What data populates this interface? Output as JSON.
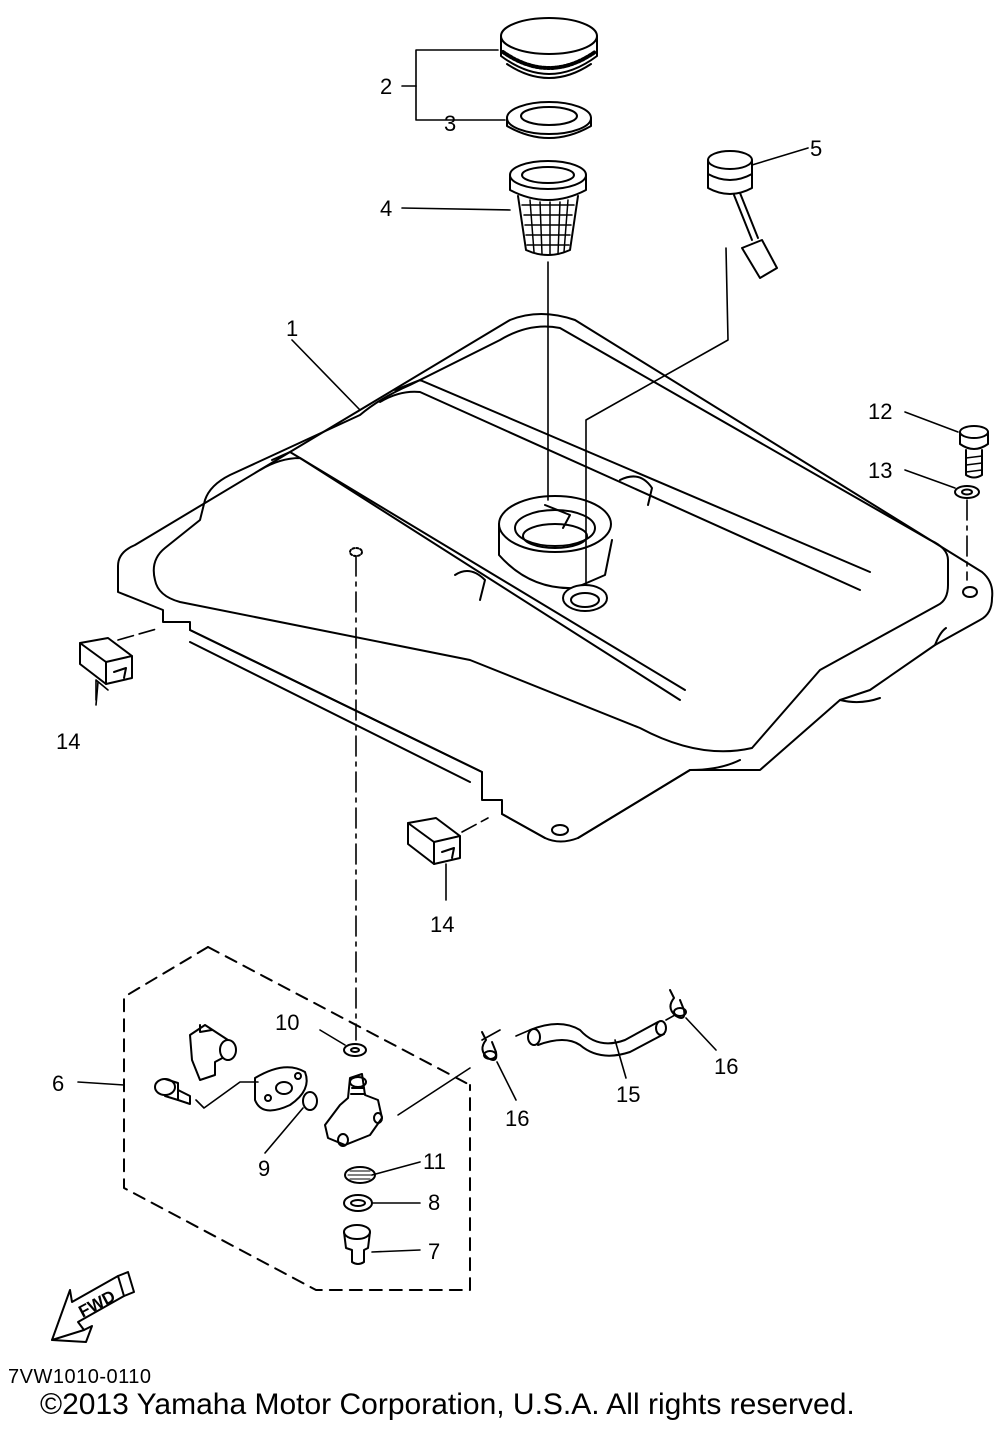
{
  "diagram": {
    "callouts": {
      "c1": "1",
      "c2": "2",
      "c3": "3",
      "c4": "4",
      "c5": "5",
      "c6": "6",
      "c7": "7",
      "c8": "8",
      "c9": "9",
      "c10": "10",
      "c11": "11",
      "c12": "12",
      "c13": "13",
      "c14a": "14",
      "c14b": "14",
      "c15": "15",
      "c16a": "16",
      "c16b": "16"
    },
    "fwd_label": "FWD",
    "part_code": "7VW1010-0110",
    "copyright": "©2013 Yamaha Motor Corporation, U.S.A. All rights reserved."
  }
}
